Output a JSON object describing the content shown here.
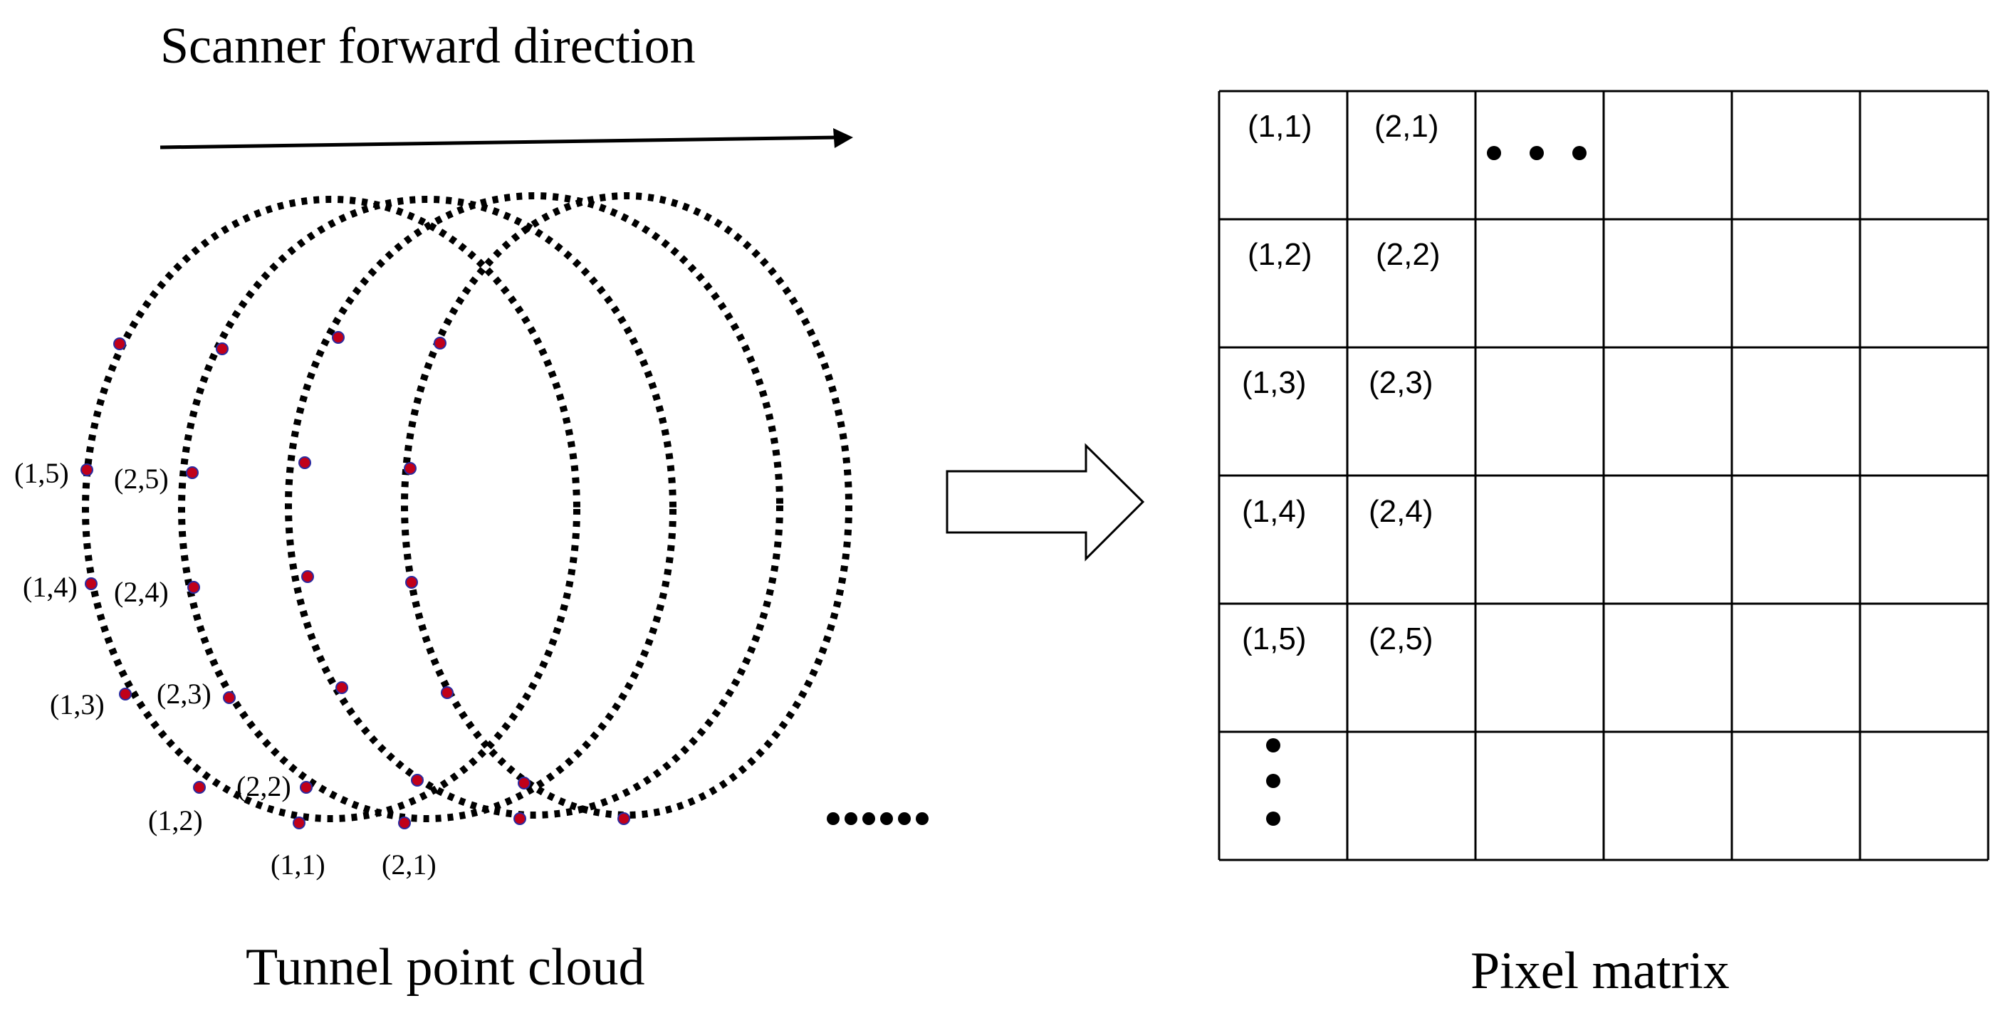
{
  "scanner_direction_label": "Scanner forward direction",
  "left_caption": "Tunnel point cloud",
  "right_caption": "Pixel matrix",
  "continuation_glyph": "......",
  "colors": {
    "point": "#c0001a",
    "ink": "#000000"
  },
  "point_labels": [
    "(1,5)",
    "(2,5)",
    "(1,4)",
    "(2,4)",
    "(1,3)",
    "(2,3)",
    "(2,2)",
    "(1,2)",
    "(1,1)",
    "(2,1)"
  ],
  "pixel_matrix": {
    "rows": 6,
    "cols": 6,
    "labels": [
      [
        "(1,1)",
        "(2,1)"
      ],
      [
        "(1,2)",
        "(2,2)"
      ],
      [
        "(1,3)",
        "(2,3)"
      ],
      [
        "(1,4)",
        "(2,4)"
      ],
      [
        "(1,5)",
        "(2,5)"
      ]
    ]
  }
}
